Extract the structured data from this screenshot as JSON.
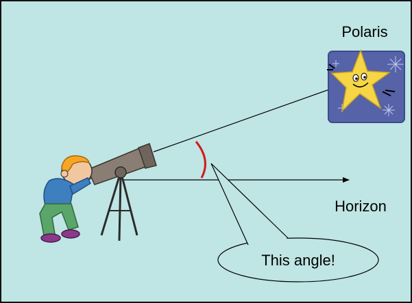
{
  "labels": {
    "star": "Polaris",
    "horizon": "Horizon",
    "callout": "This angle!"
  },
  "colors": {
    "background": "#bfe5e4",
    "border": "#111111",
    "angle_arc": "#d11919",
    "star": "#f6d547",
    "star_box": "#5663a8",
    "telescope": "#8a7e74"
  },
  "icons": {
    "star": "smiling-star-icon",
    "observer": "boy-with-telescope-icon"
  }
}
